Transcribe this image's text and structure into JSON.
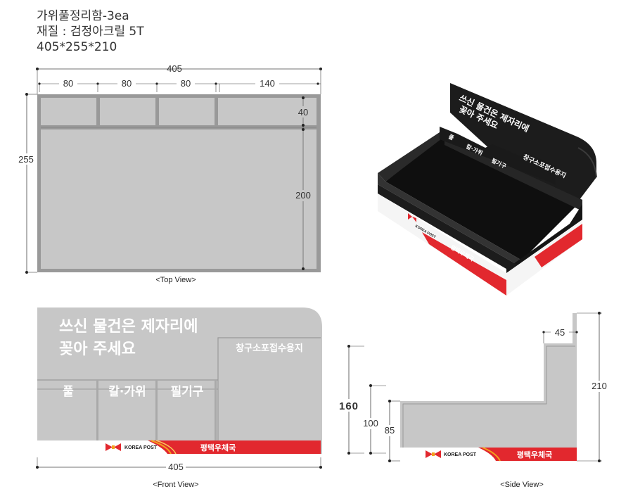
{
  "header": {
    "product": "가위풀정리함-3ea",
    "material": "재질 : 검정아크릴 5T",
    "size": "405*255*210"
  },
  "top_view": {
    "caption": "<Top View>",
    "width": "405",
    "height": "255",
    "compartments": [
      "80",
      "80",
      "80",
      "140"
    ],
    "front_depth": "40",
    "rear_depth": "200"
  },
  "front_view": {
    "caption": "<Front View>",
    "width": "405",
    "back_text_line1": "쓰신 물건은 제자리에",
    "back_text_line2": "꽂아 주세요",
    "right_label": "창구소포접수용지",
    "slot_labels": [
      "풀",
      "칼·가위",
      "필기구"
    ],
    "brand": "KOREA POST",
    "office": "평택우체국"
  },
  "side_view": {
    "caption": "<Side View>",
    "height_total": "210",
    "height_mid": "160",
    "height_100": "100",
    "height_85": "85",
    "top_depth": "45",
    "brand": "KOREA POST",
    "office": "평택우체국"
  },
  "iso_view": {
    "back_text_line1": "쓰신 물건은 제자리에",
    "back_text_line2": "꽂아 주세요",
    "slot_labels": [
      "풀",
      "칼·가위",
      "필기구"
    ],
    "right_label": "창구소포접수용지",
    "brand": "KOREA POST",
    "office": "평택우체국"
  },
  "colors": {
    "panel_gray": "#c7c7c7",
    "frame_gray": "#999999",
    "acrylic_black": "#1c1c1c",
    "post_red": "#e2282e",
    "post_orange": "#f3a21c"
  },
  "icons": [
    "korea-post-logo"
  ]
}
